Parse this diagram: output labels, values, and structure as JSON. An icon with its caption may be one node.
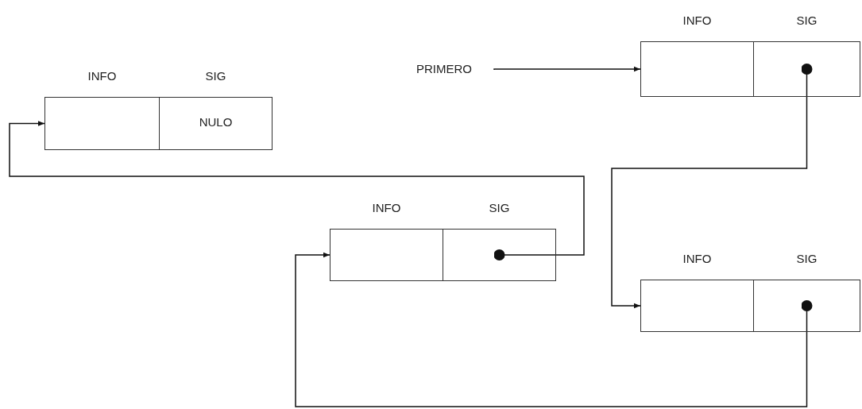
{
  "diagram": {
    "nodes": [
      {
        "text": [
          "INFO"
        ]
      },
      {
        "text": [
          "SIG"
        ]
      },
      {
        "text": [
          "INFO"
        ]
      },
      {
        "text": [
          "SIG",
          "NULO"
        ]
      },
      {
        "text": [
          "PRIMERO"
        ]
      },
      {
        "text": [
          "INFO"
        ]
      },
      {
        "text": [
          "SIG"
        ]
      },
      {
        "text": [
          "INFO"
        ]
      },
      {
        "text": [
          "SIG"
        ]
      }
    ],
    "edges": [
      {
        "from": 4,
        "to": 0,
        "arrow": "to"
      },
      {
        "from": 1,
        "to": 7,
        "arrow": "to"
      },
      {
        "from": 8,
        "to": 5,
        "arrow": "to"
      },
      {
        "from": 6,
        "to": 2,
        "arrow": "to"
      }
    ]
  }
}
